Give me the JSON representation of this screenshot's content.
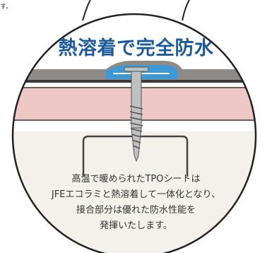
{
  "header_fragment": "す。",
  "title": "熱溶着で完全防水",
  "description": {
    "lines": [
      "高温で暖められたTPOシートは",
      "JFEエコラミと熱溶着して一体化となり、",
      "接合部分は優れた防水性能を",
      "発揮いたします。"
    ]
  },
  "colors": {
    "title": "#1d5a9c",
    "roof_pink": "#edc8c6",
    "tpo_sheet": "#8f8a86",
    "heat_blue": "#3d9ad6",
    "metal": "#bfc0c2",
    "background_beige": "#f4f1ea"
  }
}
